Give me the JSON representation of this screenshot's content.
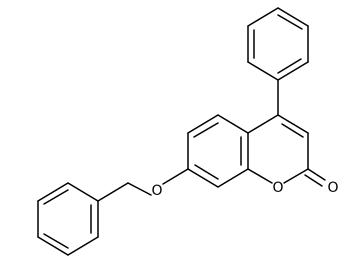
{
  "molecule": {
    "atom_labels": {
      "ether_oxygen": "O",
      "ring_oxygen": "O",
      "carbonyl_oxygen": "O"
    },
    "colors": {
      "bond": "#000000",
      "background": "#ffffff"
    }
  }
}
